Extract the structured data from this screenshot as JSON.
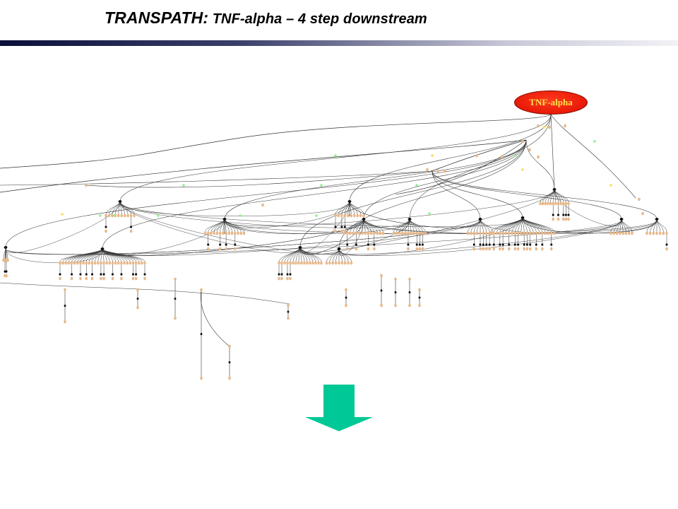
{
  "header": {
    "title_main": "TRANSPATH:",
    "title_sub": " TNF-alpha – 4 step downstream"
  },
  "diagram": {
    "root_node_label": "TNF-alpha",
    "colors": {
      "root_fill": "#e81a08",
      "root_text": "#ffe14a",
      "node_fill": "#e8b88a",
      "node_alt": "#90ee90",
      "node_mark": "#f5e060",
      "hub_node": "#111111",
      "edge": "#333333",
      "arrow_fill": "#00c896"
    },
    "arrow_icon": "arrow-down-icon"
  }
}
